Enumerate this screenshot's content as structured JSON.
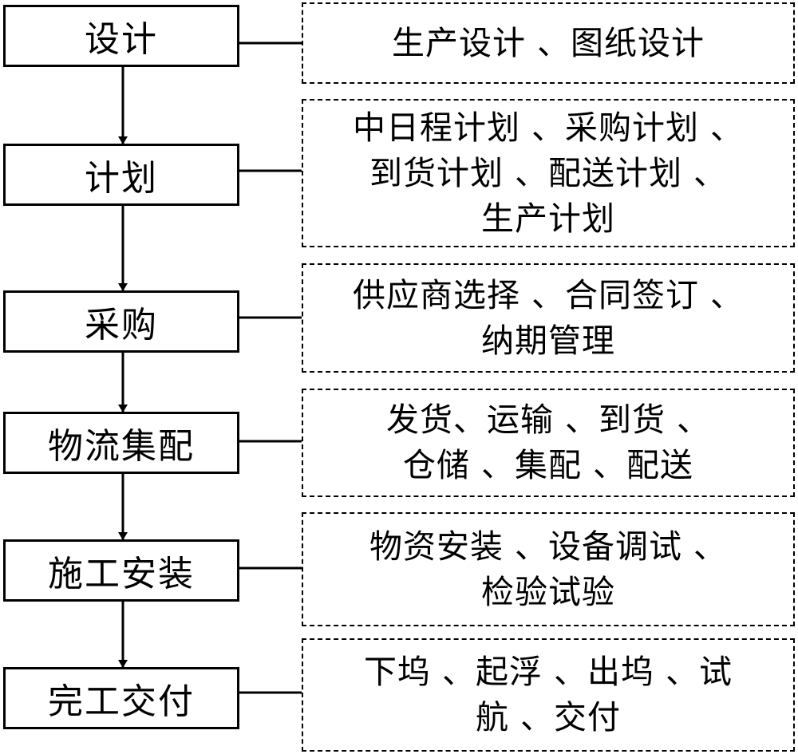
{
  "flow": {
    "steps": [
      {
        "label": "设计",
        "details": "生产设计 、图纸设计"
      },
      {
        "label": "计划",
        "details": "中日程计划 、采购计划 、\n到货计划 、配送计划 、\n生产计划"
      },
      {
        "label": "采购",
        "details": "供应商选择 、合同签订 、\n纳期管理"
      },
      {
        "label": "物流集配",
        "details": "发货、运输 、到货 、\n仓储 、集配 、配送"
      },
      {
        "label": "施工安装",
        "details": "物资安装 、设备调试 、\n检验试验"
      },
      {
        "label": "完工交付",
        "details": "下坞 、起浮 、出坞 、试\n航 、交付"
      }
    ]
  }
}
